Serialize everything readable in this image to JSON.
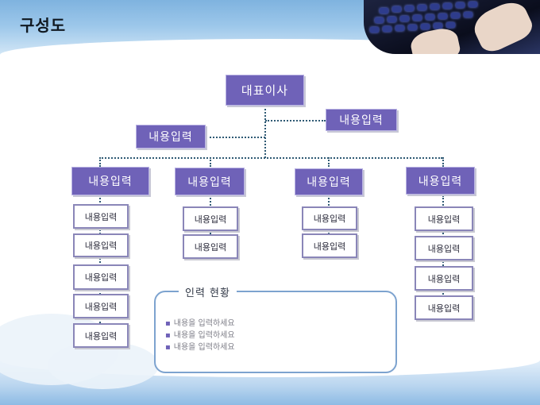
{
  "slide": {
    "title": "구성도"
  },
  "org": {
    "ceo": "대표이사",
    "assistant_right": "내용입력",
    "assistant_left": "내용입력",
    "departments": [
      {
        "label": "내용입력",
        "items": [
          "내용입력",
          "내용입력",
          "내용입력",
          "내용입력",
          "내용입력"
        ]
      },
      {
        "label": "내용입력",
        "items": [
          "내용입력",
          "내용입력"
        ]
      },
      {
        "label": "내용입력",
        "items": [
          "내용입력",
          "내용입력"
        ]
      },
      {
        "label": "내용입력",
        "items": [
          "내용입력",
          "내용입력",
          "내용입력",
          "내용입력"
        ]
      }
    ]
  },
  "status_panel": {
    "title": "인력 현황",
    "bullets": [
      "내용을 입력하세요",
      "내용을 입력하세요",
      "내용을 입력하세요"
    ]
  },
  "colors": {
    "box_fill": "#6f62b8",
    "box_border": "#b9b3e3",
    "connector": "#2f5a74",
    "panel_border": "#7da3cf"
  },
  "decor": {
    "header_image": "keyboard-hands-photo"
  }
}
